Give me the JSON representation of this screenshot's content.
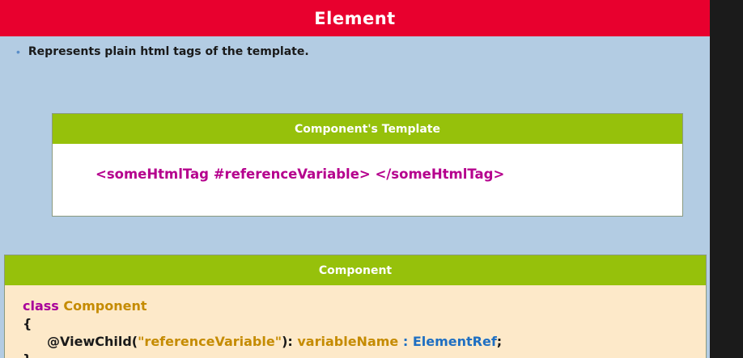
{
  "slide": {
    "title": "Element",
    "bullet": "Represents plain html tags of the template.",
    "template_box": {
      "header": "Component's Template",
      "code": "<someHtmlTag #referenceVariable> </someHtmlTag>"
    },
    "component_box": {
      "header": "Component",
      "line1_keyword": "class",
      "line1_name": "Component",
      "line2": "{",
      "line3_decorator": "@ViewChild(",
      "line3_string": "\"referenceVariable\"",
      "line3_close": "):",
      "line3_var": "variableName",
      "line3_colon": ":",
      "line3_type": "ElementRef",
      "line3_end": ";",
      "line4": "}"
    }
  },
  "colors": {
    "title_bar": "#e8002e",
    "slide_bg": "#b3cce3",
    "box_header": "#96c10b",
    "template_code": "#b5008d",
    "keyword": "#a8009a",
    "class_name": "#c58b00",
    "type": "#1f6fc2"
  }
}
